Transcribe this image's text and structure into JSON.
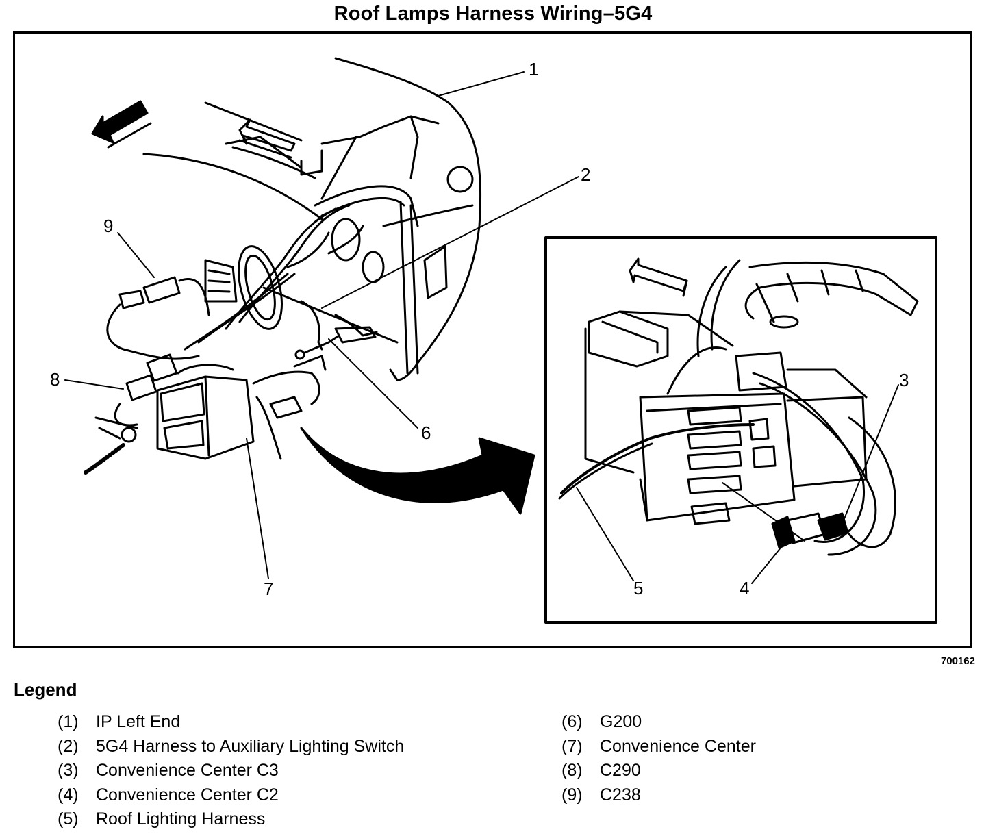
{
  "title": "Roof Lamps Harness Wiring–5G4",
  "figure_id": "700162",
  "callouts": [
    "1",
    "2",
    "3",
    "4",
    "5",
    "6",
    "7",
    "8",
    "9"
  ],
  "legend": {
    "heading": "Legend",
    "left": [
      {
        "num": "(1)",
        "text": "IP Left End"
      },
      {
        "num": "(2)",
        "text": "5G4 Harness to Auxiliary Lighting Switch"
      },
      {
        "num": "(3)",
        "text": "Convenience Center C3"
      },
      {
        "num": "(4)",
        "text": "Convenience Center C2"
      },
      {
        "num": "(5)",
        "text": "Roof Lighting Harness"
      }
    ],
    "right": [
      {
        "num": "(6)",
        "text": "G200"
      },
      {
        "num": "(7)",
        "text": "Convenience Center"
      },
      {
        "num": "(8)",
        "text": "C290"
      },
      {
        "num": "(9)",
        "text": "C238"
      }
    ]
  }
}
